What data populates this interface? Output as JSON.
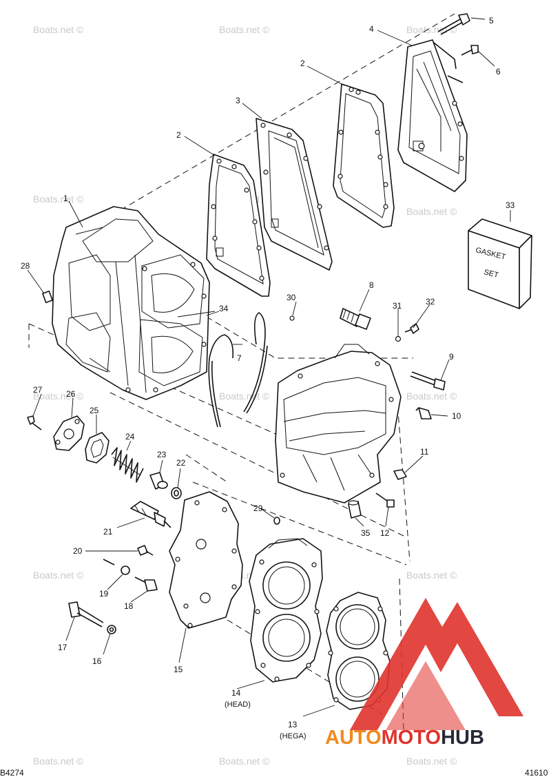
{
  "watermark": {
    "text": "Boats.net ©"
  },
  "codes": {
    "left": "B4274",
    "right": "41610"
  },
  "callouts": {
    "p1": "1",
    "p2a": "2",
    "p2b": "2",
    "p3": "3",
    "p4": "4",
    "p5": "5",
    "p6": "6",
    "p7": "7",
    "p8": "8",
    "p9": "9",
    "p10": "10",
    "p11": "11",
    "p12": "12",
    "p13": "13",
    "p14": "14",
    "p15": "15",
    "p16": "16",
    "p17": "17",
    "p18": "18",
    "p19": "19",
    "p20": "20",
    "p21": "21",
    "p22": "22",
    "p23": "23",
    "p24": "24",
    "p25": "25",
    "p26": "26",
    "p27": "27",
    "p28": "28",
    "p29": "29",
    "p30": "30",
    "p31": "31",
    "p32": "32",
    "p33": "33",
    "p34": "34",
    "p35": "35"
  },
  "captions": {
    "head": "(HEAD)",
    "hega": "(HEGA)"
  },
  "gasket_set": {
    "line1": "GASKET",
    "line2": "SET"
  },
  "logo": {
    "part1": "AUTO",
    "part2": "MOTO",
    "part3": "HUB",
    "colors": {
      "triangle": "#e0332c",
      "auto": "#f08a1d",
      "moto": "#e0332c",
      "hub": "#262a36"
    }
  }
}
